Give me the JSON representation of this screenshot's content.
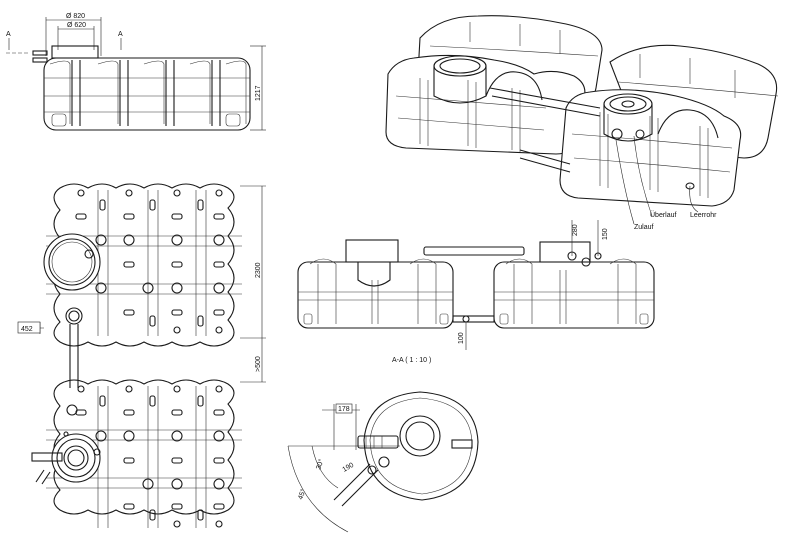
{
  "dimensions": {
    "d820": "Ø 820",
    "d620": "Ø 620",
    "h1217": "1217",
    "w2300": "2300",
    "x452": "452",
    "gap500": ">500",
    "h280": "280",
    "h150": "150",
    "h100": "100",
    "r178": "178",
    "r190": "190",
    "a30": "30°",
    "a45": "45°"
  },
  "section_marks": {
    "left": "A",
    "right": "A"
  },
  "section_title": "A-A ( 1 : 10 )",
  "callouts": {
    "ueberlauf": "Überlauf",
    "zulauf": "Zulauf",
    "leerrohr": "Leerrohr"
  }
}
